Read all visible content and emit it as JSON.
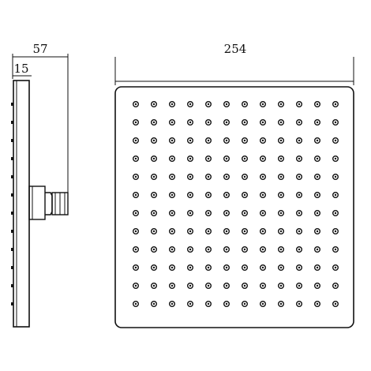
{
  "dimensions": {
    "side_depth": "57",
    "side_plate": "15",
    "front_width": "254"
  },
  "nozzle_grid": {
    "rows": 12,
    "columns": 12
  },
  "colors": {
    "stroke": "#111111",
    "background": "#ffffff"
  }
}
